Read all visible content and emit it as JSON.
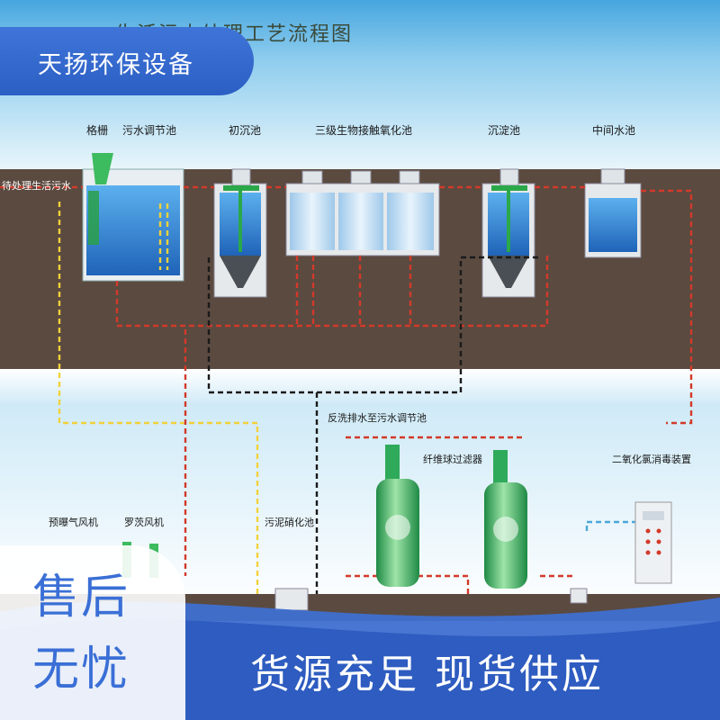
{
  "header": {
    "brand": "天扬环保设备",
    "diagram_title": "生活污水处理工艺流程图"
  },
  "process": {
    "inlet_label": "待处理生活污水",
    "units": [
      {
        "label": "格栅"
      },
      {
        "label": "污水调节池"
      },
      {
        "label": "初沉池"
      },
      {
        "label": "三级生物接触氧化池"
      },
      {
        "label": "沉淀池"
      },
      {
        "label": "中间水池"
      }
    ],
    "backwash_label": "反洗排水至污水调节池",
    "filter_label": "纤维球过滤器",
    "disinfection_label": "二氧化氯消毒装置",
    "pre_aeration_blower": "预曝气风机",
    "roots_blower": "罗茨风机",
    "sludge_tank": "污泥硝化池"
  },
  "colors": {
    "ground": "#5b4a40",
    "water_top": "#5fb8e6",
    "water_bottom": "#d8eef8",
    "tank_water": "#2f7fd0",
    "pipe_red": "#d23a2a",
    "pipe_yellow": "#f2d23a",
    "pipe_black": "#1a1a1a",
    "filter_green": "#2faa5a",
    "brand_blue": "#3a6fd6"
  },
  "slogans": {
    "left_line1": "售后",
    "left_line2": "无忧",
    "right": "货源充足 现货供应"
  }
}
